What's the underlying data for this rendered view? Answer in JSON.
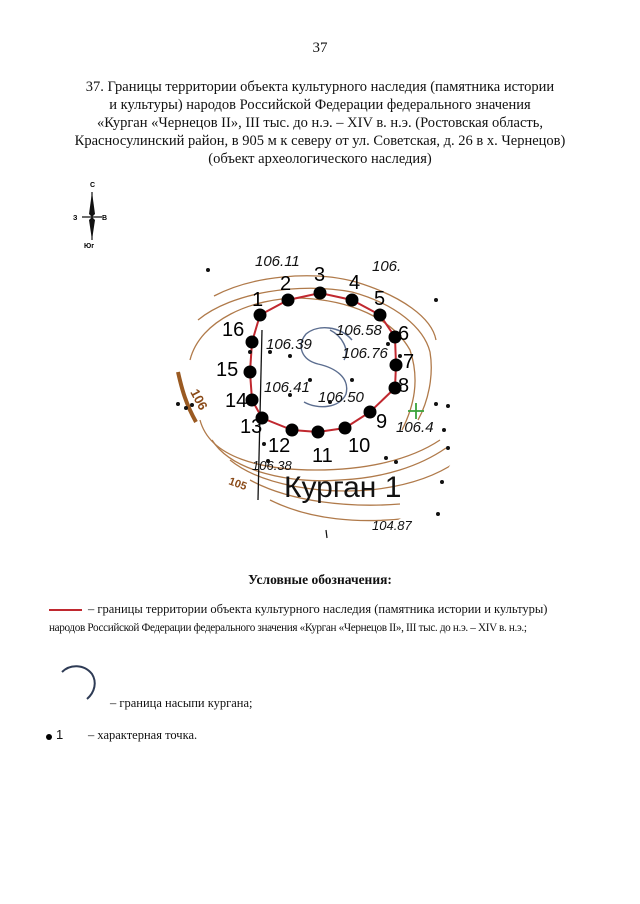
{
  "page_number": "37",
  "title": {
    "line1": "37. Границы территории объекта культурного наследия (памятника истории",
    "line2": "и культуры) народов Российской Федерации федерального значения",
    "line3": "«Курган «Чернецов II», III тыс. до н.э. – XIV в. н.э. (Ростовская область,",
    "line4": "Красносулинский район, в 905 м к северу от ул. Советская, д. 26 в х. Чернецов)",
    "line5": "(объект археологического наследия)"
  },
  "compass": {
    "north": "С",
    "south": "Юг",
    "west": "З",
    "east": "В"
  },
  "map": {
    "mound_label": "Курган 1",
    "contour_label": "106",
    "contour_label_lower": "105",
    "elevations": [
      "106.11",
      "106.",
      "106.58",
      "106.39",
      "106.76",
      "106.41",
      "106.50",
      "106.4",
      "106.38",
      "104.87"
    ],
    "points": [
      "1",
      "2",
      "3",
      "4",
      "5",
      "6",
      "7",
      "8",
      "9",
      "10",
      "11",
      "12",
      "13",
      "14",
      "15",
      "16"
    ],
    "colors": {
      "boundary": "#c0282f",
      "contour": "#b07a4a",
      "mound": "#5b6d8f",
      "point": "#000000"
    }
  },
  "legend": {
    "heading": "Условные обозначения:",
    "item1_part1": "– границы территории объекта культурного наследия (памятника истории и культуры)",
    "item1_part2": "народов Российской Федерации федерального значения «Курган «Чернецов II», III тыс. до н.э. – XIV в. н.э.;",
    "item2": "– граница насыпи кургана;",
    "item3_symbol": "1",
    "item3": "– характерная точка."
  }
}
